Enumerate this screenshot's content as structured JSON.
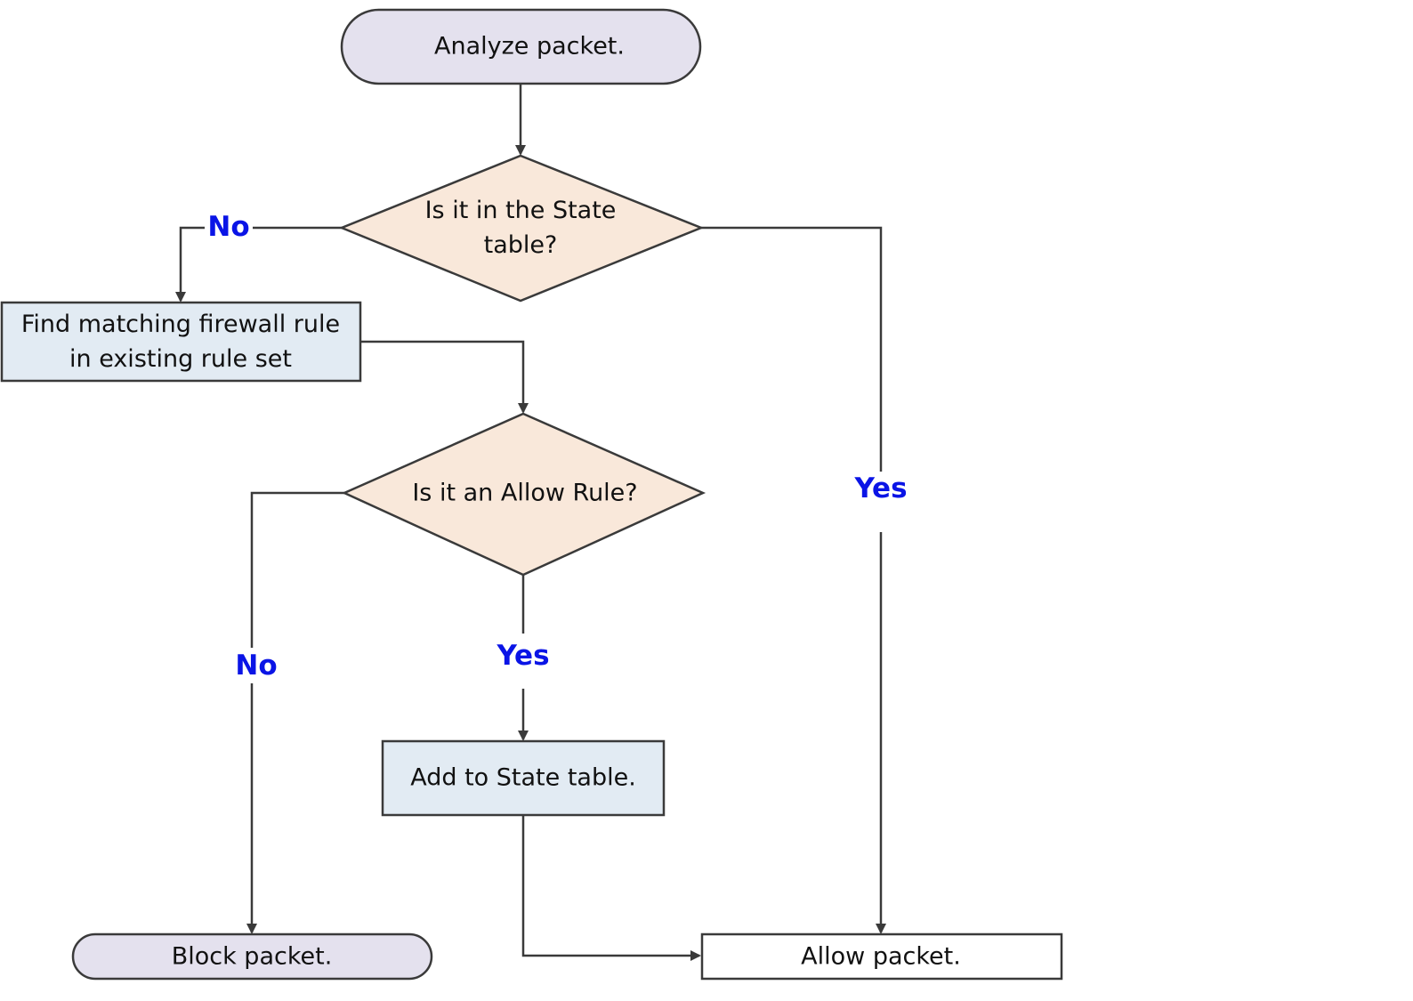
{
  "colors": {
    "terminal_fill": "#e4e1ee",
    "decision_fill": "#f9e8da",
    "process_fill": "#e2ebf3",
    "plain_fill": "#ffffff",
    "stroke": "#3a3a3a",
    "label": "#0a14e6"
  },
  "nodes": {
    "analyze": {
      "text": [
        "Analyze packet."
      ]
    },
    "state_check": {
      "text": [
        "Is it in the State",
        "table?"
      ]
    },
    "find_rule": {
      "text": [
        "Find matching firewall rule",
        "in existing rule set"
      ]
    },
    "allow_rule_check": {
      "text": [
        "Is it an Allow Rule?"
      ]
    },
    "add_state": {
      "text": [
        "Add to State table."
      ]
    },
    "block": {
      "text": [
        "Block packet."
      ]
    },
    "allow": {
      "text": [
        "Allow packet."
      ]
    }
  },
  "edge_labels": {
    "state_no": "No",
    "state_yes": "Yes",
    "rule_no": "No",
    "rule_yes": "Yes"
  }
}
